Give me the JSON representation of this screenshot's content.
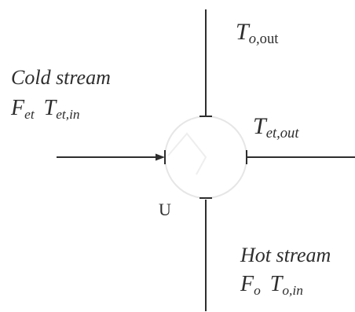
{
  "labels": {
    "hot_outlet": {
      "var": "T",
      "sub_italic": "o,",
      "sub_upright": "out"
    },
    "cold_stream": {
      "title": "Cold stream",
      "flow_var": "F",
      "flow_sub": "et",
      "temp_var": "T",
      "temp_sub": "et,in"
    },
    "cold_outlet": {
      "var": "T",
      "sub": "et,out"
    },
    "hot_stream": {
      "title": "Hot stream",
      "flow_var": "F",
      "flow_sub": "o",
      "temp_var": "T",
      "temp_sub": "o,in"
    },
    "u_label": "U"
  },
  "colors": {
    "line": "#2e2e2e",
    "circle": "#e6e6e6",
    "circle_inner": "#eeeeee"
  }
}
